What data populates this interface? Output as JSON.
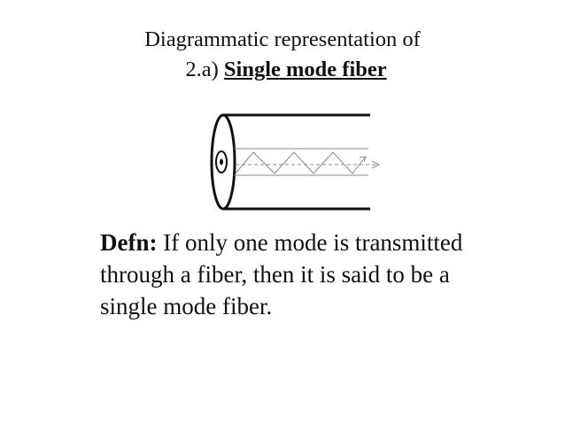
{
  "title": {
    "line1": "Diagrammatic representation of",
    "prefix": "2.a) ",
    "emphasis": "Single mode fiber"
  },
  "figure": {
    "icon": "single-mode-fiber-diagram",
    "stroke_color": "#111111",
    "ray_color": "#8a8a8a"
  },
  "definition": {
    "term": "Defn:",
    "line1_rest": " If only one mode is transmitted",
    "line2": "through a fiber, then it is said to be a",
    "line3": "single mode fiber."
  }
}
